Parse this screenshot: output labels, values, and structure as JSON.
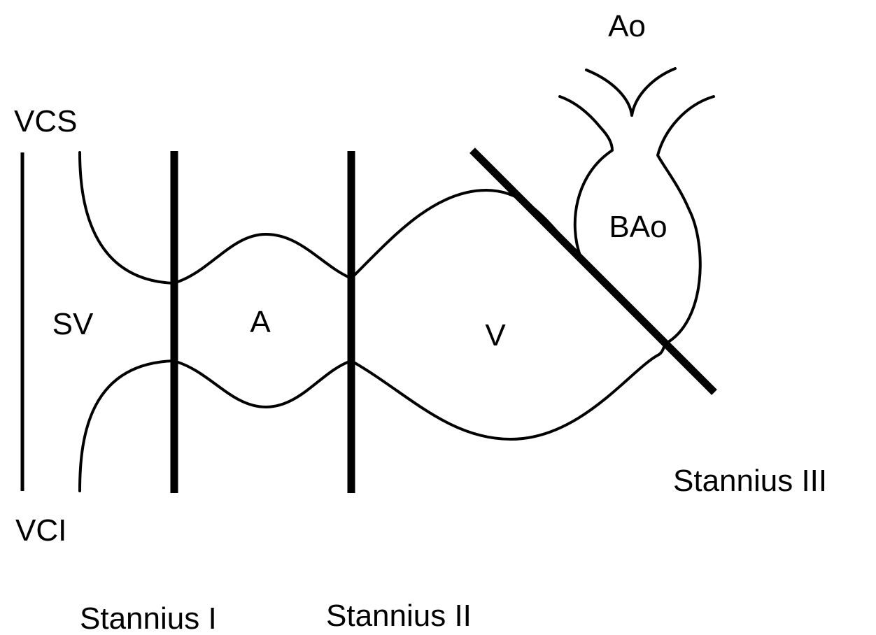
{
  "labels": {
    "ao": "Ao",
    "vcs": "VCS",
    "bao": "BAo",
    "sv": "SV",
    "a": "A",
    "v": "V",
    "vci": "VCI",
    "stannius_1": "Stannius I",
    "stannius_2": "Stannius II",
    "stannius_3": "Stannius III"
  },
  "colors": {
    "stroke": "#000000",
    "background": "#ffffff"
  }
}
